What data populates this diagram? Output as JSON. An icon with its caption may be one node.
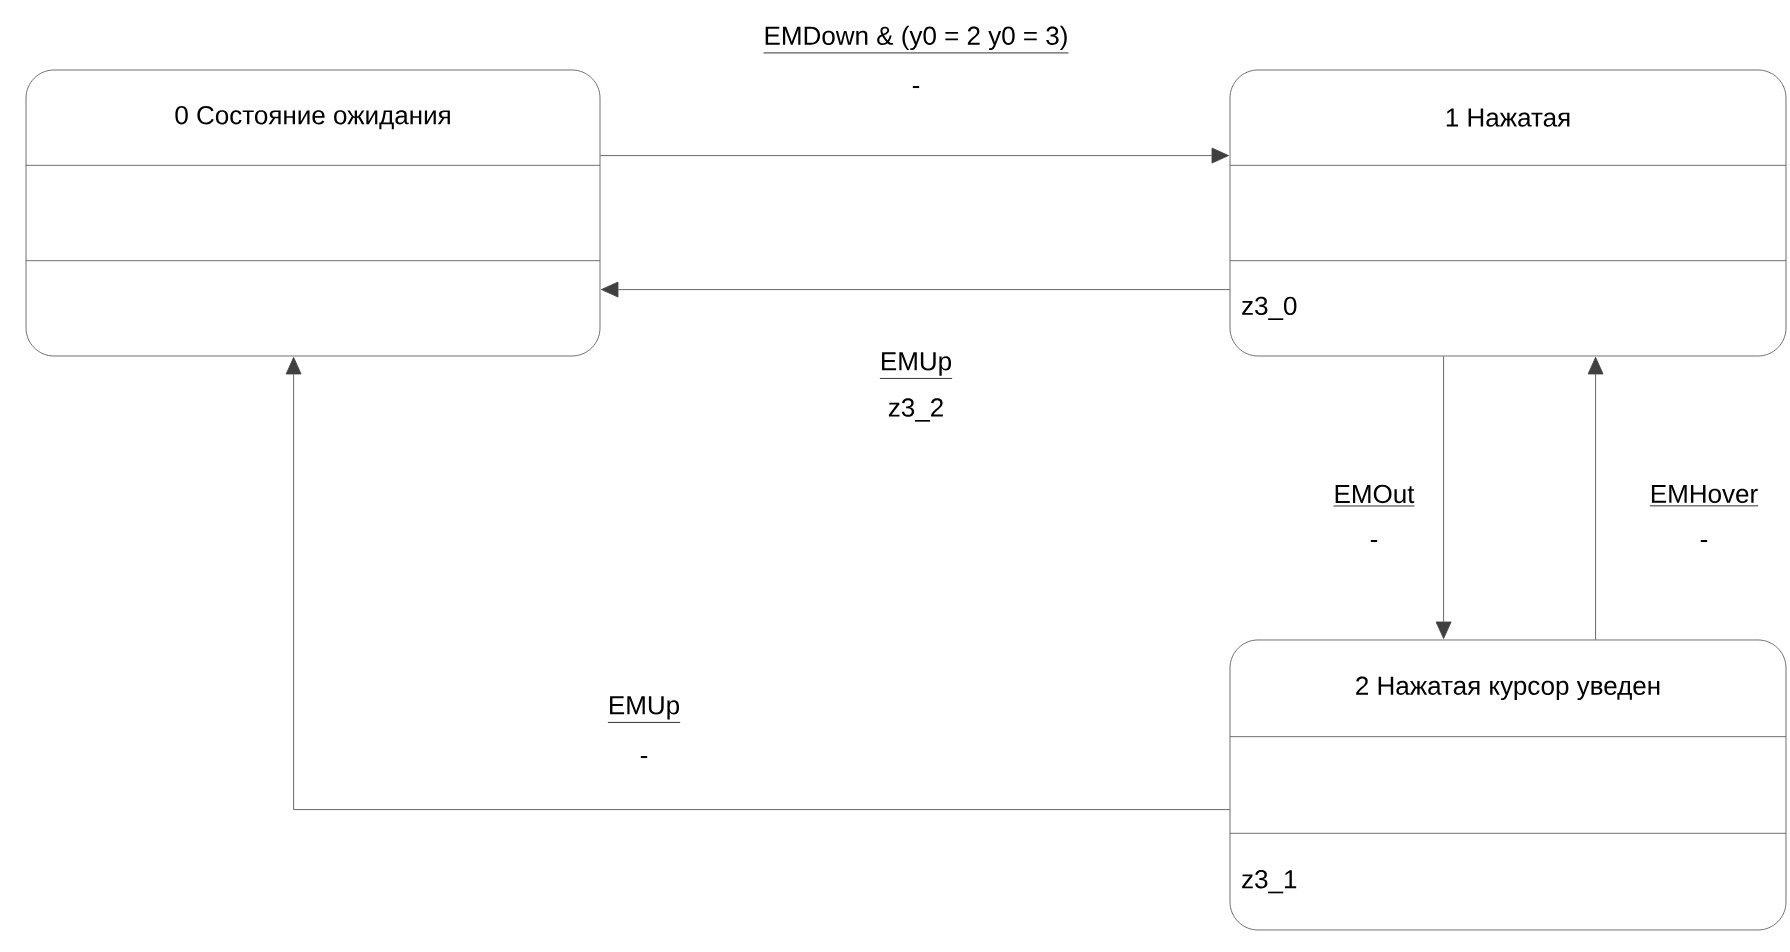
{
  "diagram": {
    "nodes": [
      {
        "text": [
          "0 Состояние ожидания"
        ]
      },
      {
        "text": [
          "1 Нажатая",
          "z3_0"
        ]
      },
      {
        "text": [
          "2 Нажатая курсор уведен",
          "z3_1"
        ]
      }
    ],
    "edges": [
      {
        "from": 0,
        "to": 1,
        "arrow": "to",
        "label": "EMDown & (y0 = 2 y0 = 3)"
      },
      {
        "from": 1,
        "to": 0,
        "arrow": "to",
        "label": "EMUp"
      },
      {
        "from": 1,
        "to": 2,
        "arrow": "to",
        "label": "EMOut"
      },
      {
        "from": 2,
        "to": 1,
        "arrow": "to",
        "label": "EMHover"
      },
      {
        "from": 2,
        "to": 0,
        "arrow": "to",
        "label": "EMUp"
      }
    ],
    "labels": [
      "-",
      "z3_2",
      "-",
      "-",
      "-"
    ]
  }
}
